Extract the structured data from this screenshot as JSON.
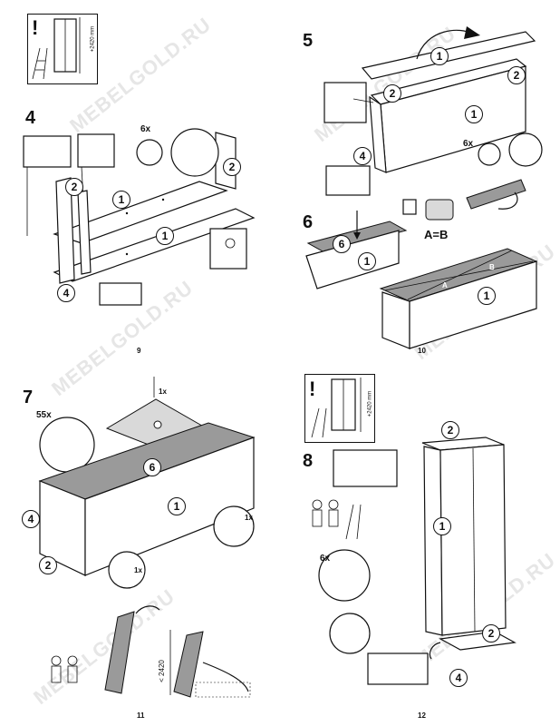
{
  "watermark": "MEBELGOLD.RU",
  "steps": {
    "s4": {
      "num": "4",
      "qty": "6x",
      "parts": [
        "1",
        "1",
        "2",
        "2",
        "4"
      ]
    },
    "s5": {
      "num": "5",
      "qty": "6x",
      "parts": [
        "1",
        "1",
        "2",
        "2",
        "4"
      ]
    },
    "s6": {
      "num": "6",
      "parts": [
        "6",
        "1",
        "1"
      ],
      "formula": "A=B",
      "diag_a": "A",
      "diag_b": "B"
    },
    "s7": {
      "num": "7",
      "qty_nails": "55x",
      "qty_1": "1x",
      "qty_2": "1x",
      "qty_3": "1x",
      "parts": [
        "6",
        "1",
        "4",
        "2"
      ],
      "height": "< 2420"
    },
    "s8": {
      "num": "8",
      "qty": "6x",
      "parts": [
        "2",
        "1",
        "2",
        "4"
      ]
    }
  },
  "top_warning": {
    "height": "+2420 mm"
  },
  "step8_warning": {
    "height": "+2420 mm"
  },
  "pages": {
    "p9": "9",
    "p10": "10",
    "p11": "11",
    "p12": "12"
  },
  "icons": {
    "exclamation": "!"
  }
}
